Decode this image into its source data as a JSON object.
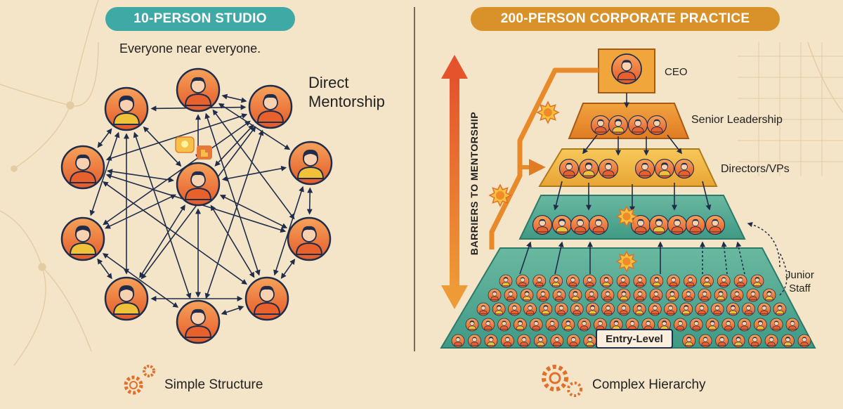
{
  "left": {
    "title": "10-PERSON STUDIO",
    "subtitle": "Everyone near everyone.",
    "label": "Direct\nMentorship",
    "footer": "Simple Structure"
  },
  "right": {
    "title": "200-PERSON CORPORATE PRACTICE",
    "side_label": "BARRIERS TO MENTORSHIP",
    "tiers": [
      "CEO",
      "Senior Leadership",
      "Directors/VPs",
      "Junior\nStaff",
      "Entry-Level"
    ],
    "footer": "Complex Hierarchy"
  },
  "colors": {
    "teal": "#3fa9a6",
    "gold": "#d9922a",
    "orange": "#e8602c",
    "navy": "#1f2d4a"
  }
}
